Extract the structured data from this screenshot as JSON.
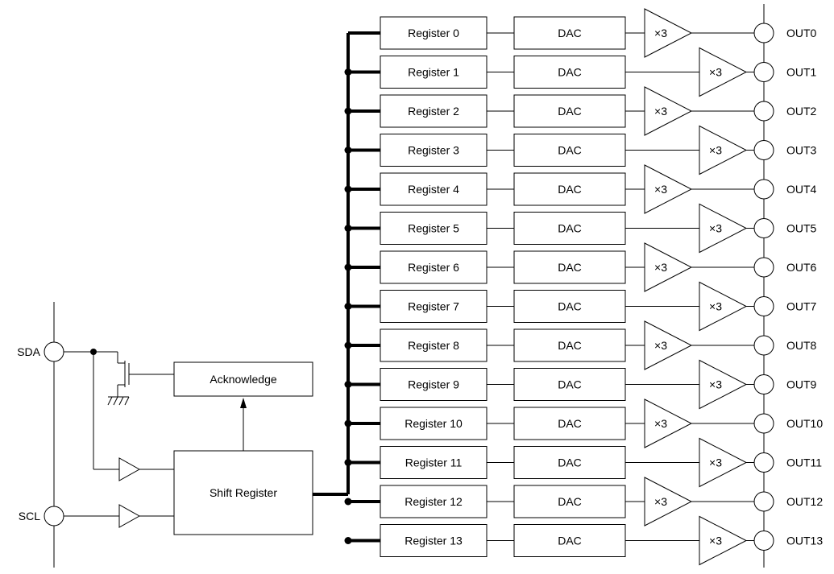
{
  "left_pins": {
    "sda": "SDA",
    "scl": "SCL"
  },
  "blocks": {
    "acknowledge": "Acknowledge",
    "shift_register": "Shift Register"
  },
  "gain_label": "×3",
  "channels": [
    {
      "register": "Register 0",
      "dac": "DAC",
      "out": "OUT0"
    },
    {
      "register": "Register 1",
      "dac": "DAC",
      "out": "OUT1"
    },
    {
      "register": "Register 2",
      "dac": "DAC",
      "out": "OUT2"
    },
    {
      "register": "Register 3",
      "dac": "DAC",
      "out": "OUT3"
    },
    {
      "register": "Register 4",
      "dac": "DAC",
      "out": "OUT4"
    },
    {
      "register": "Register 5",
      "dac": "DAC",
      "out": "OUT5"
    },
    {
      "register": "Register 6",
      "dac": "DAC",
      "out": "OUT6"
    },
    {
      "register": "Register 7",
      "dac": "DAC",
      "out": "OUT7"
    },
    {
      "register": "Register 8",
      "dac": "DAC",
      "out": "OUT8"
    },
    {
      "register": "Register 9",
      "dac": "DAC",
      "out": "OUT9"
    },
    {
      "register": "Register 10",
      "dac": "DAC",
      "out": "OUT10"
    },
    {
      "register": "Register 11",
      "dac": "DAC",
      "out": "OUT11"
    },
    {
      "register": "Register 12",
      "dac": "DAC",
      "out": "OUT12"
    },
    {
      "register": "Register 13",
      "dac": "DAC",
      "out": "OUT13"
    }
  ]
}
